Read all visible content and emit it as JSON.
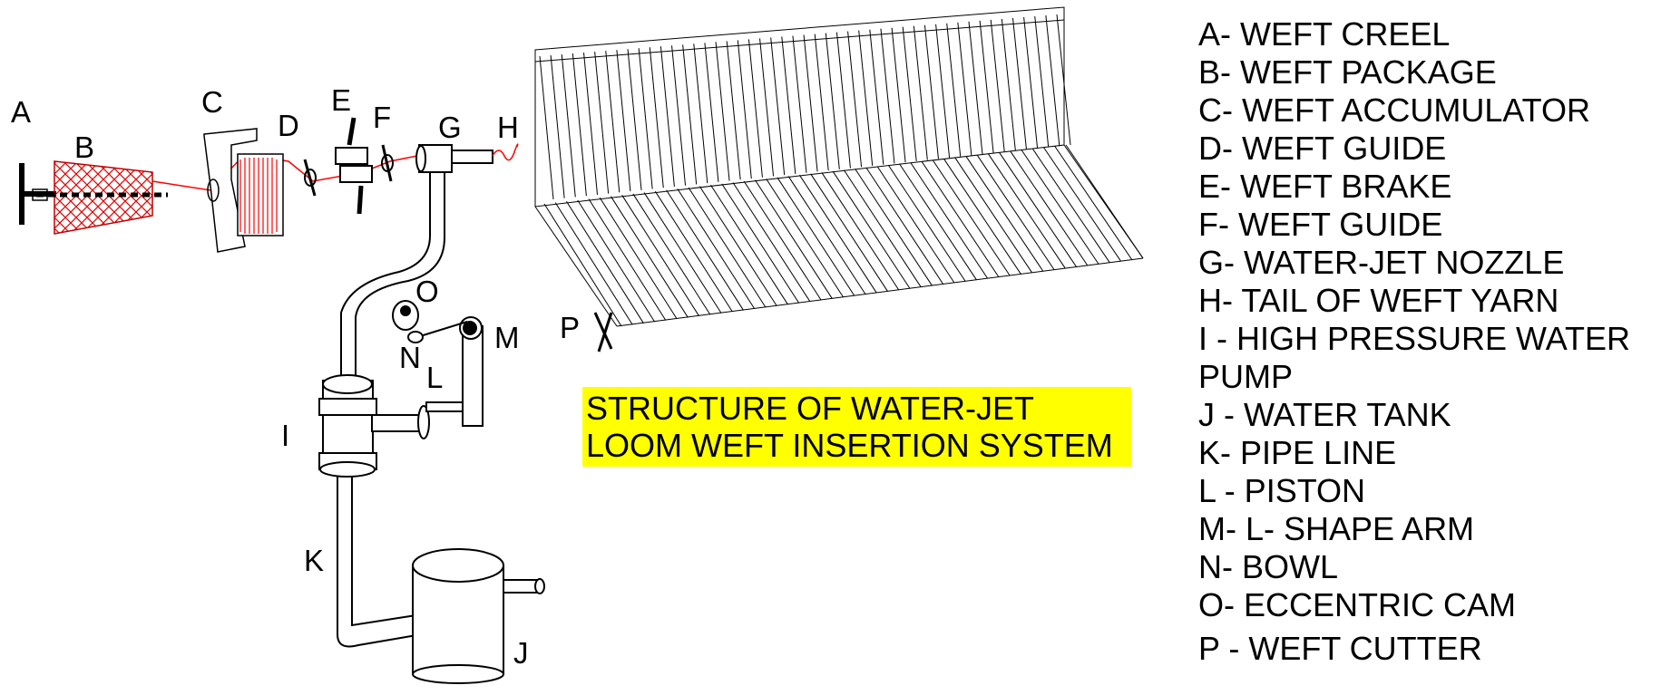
{
  "title": {
    "line1": "STRUCTURE OF WATER-JET",
    "line2": "LOOM WEFT INSERTION SYSTEM"
  },
  "labels": {
    "A": "A",
    "B": "B",
    "C": "C",
    "D": "D",
    "E": "E",
    "F": "F",
    "G": "G",
    "H": "H",
    "I": "I",
    "J": "J",
    "K": "K",
    "L": "L",
    "M": "M",
    "N": "N",
    "O": "O",
    "P": "P"
  },
  "legend": [
    "A- WEFT CREEL",
    "B- WEFT PACKAGE",
    "C- WEFT ACCUMULATOR",
    "D- WEFT GUIDE",
    "E- WEFT BRAKE",
    "F- WEFT GUIDE",
    "G- WATER-JET NOZZLE",
    "H- TAIL OF WEFT YARN",
    "I  - HIGH PRESSURE WATER",
    "PUMP",
    "J - WATER TANK",
    "K- PIPE LINE",
    "L - PISTON",
    "M- L- SHAPE ARM",
    "N-  BOWL",
    "O-  ECCENTRIC CAM",
    "P - WEFT CUTTER"
  ],
  "colors": {
    "yarn": "#ff0000",
    "highlight": "#ffff00",
    "line": "#000000"
  }
}
